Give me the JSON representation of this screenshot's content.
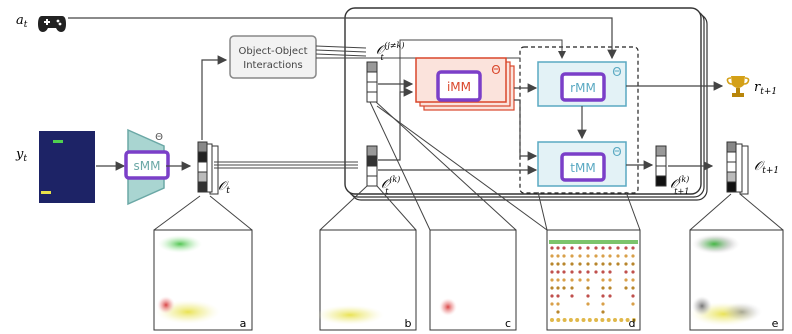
{
  "labels": {
    "action": "a",
    "action_sub": "t",
    "input": "y",
    "input_sub": "t",
    "reward": "r",
    "reward_sub": "t+1",
    "obj_t": "𝒪",
    "obj_t_sub": "t",
    "obj_tk": "𝒪",
    "obj_tk_sup": "(k)",
    "obj_tk_sub": "t",
    "obj_tjk": "𝒪",
    "obj_tjk_sup": "(j≠k)",
    "obj_tjk_sub": "t",
    "obj_next_k": "𝒪",
    "obj_next_k_sup": "(k)",
    "obj_next_k_sub": "t+1",
    "obj_next": "𝒪",
    "obj_next_sub": "t+1"
  },
  "modules": {
    "interactions_line1": "Object-Object",
    "interactions_line2": "Interactions",
    "smm": "sMM",
    "imm": "iMM",
    "rmm": "rMM",
    "tmm": "tMM",
    "theta": "Θ"
  },
  "panels": [
    "a",
    "b",
    "c",
    "d",
    "e"
  ],
  "colors": {
    "smm": "#6ba8a6",
    "imm": "#d9472b",
    "rmm": "#5aa9c2",
    "tmm": "#5aa9c2",
    "purple": "#7b3fc8",
    "game_bg": "#1d2366"
  }
}
